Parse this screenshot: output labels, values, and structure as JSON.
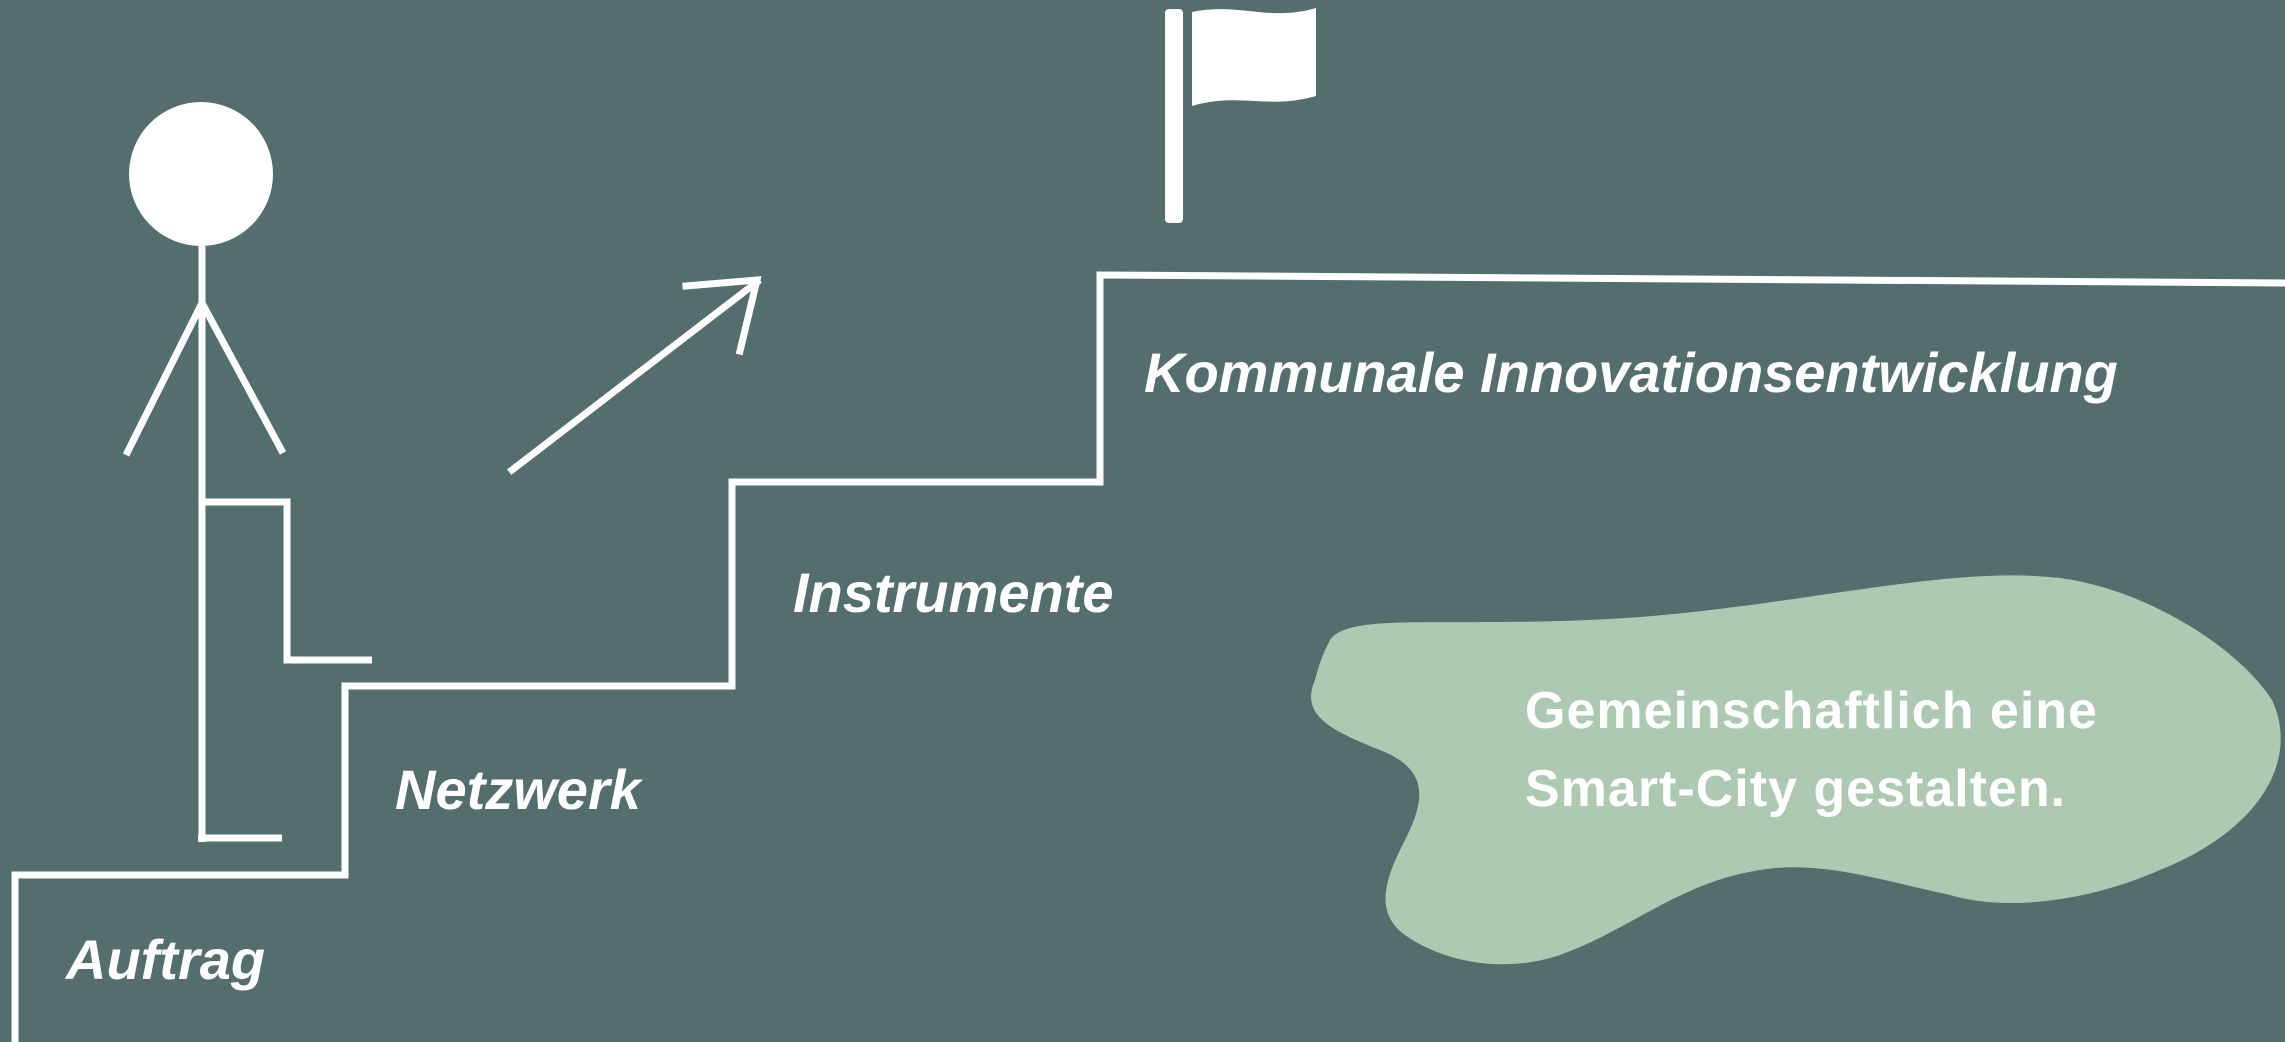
{
  "colors": {
    "background": "#546e6d",
    "foreground": "#ffffff",
    "blob": "#adc9b2"
  },
  "steps": [
    {
      "label": "Auftrag"
    },
    {
      "label": "Netzwerk"
    },
    {
      "label": "Instrumente"
    },
    {
      "label": "Kommunale Innovationsentwicklung"
    }
  ],
  "callout": {
    "line1": "Gemeinschaftlich eine",
    "line2": "Smart-City gestalten."
  },
  "icons": [
    "stick-figure-icon",
    "flag-icon",
    "arrow-up-right-icon"
  ]
}
